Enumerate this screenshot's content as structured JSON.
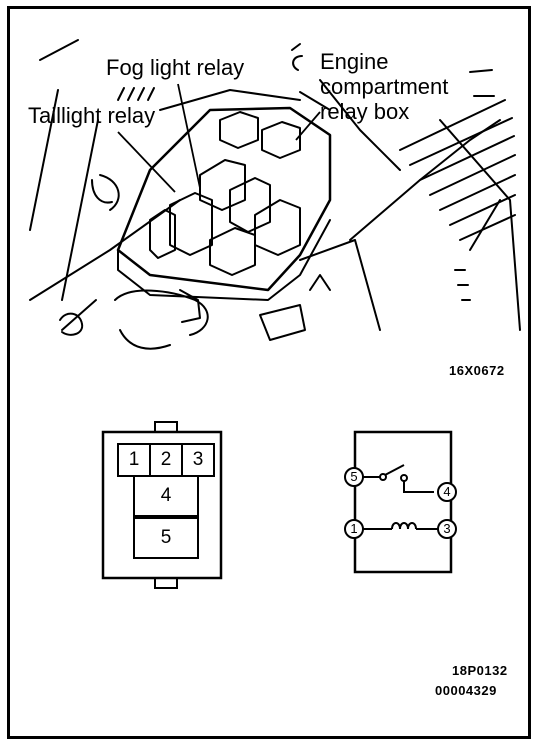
{
  "labels": {
    "fog_light_relay": "Fog light relay",
    "taillight_relay": "Taillight relay",
    "engine_box_line1": "Engine",
    "engine_box_line2": "compartment",
    "engine_box_line3": "relay box"
  },
  "figure_codes": {
    "photo_code": "16X0672",
    "diagram_code": "18P0132",
    "doc_code": "00004329"
  },
  "connector": {
    "terminals": [
      "1",
      "2",
      "3",
      "4",
      "5"
    ]
  },
  "schematic": {
    "switch_terminals": [
      "5",
      "4"
    ],
    "coil_terminals": [
      "1",
      "3"
    ]
  },
  "colors": {
    "ink": "#000000",
    "paper": "#ffffff"
  }
}
